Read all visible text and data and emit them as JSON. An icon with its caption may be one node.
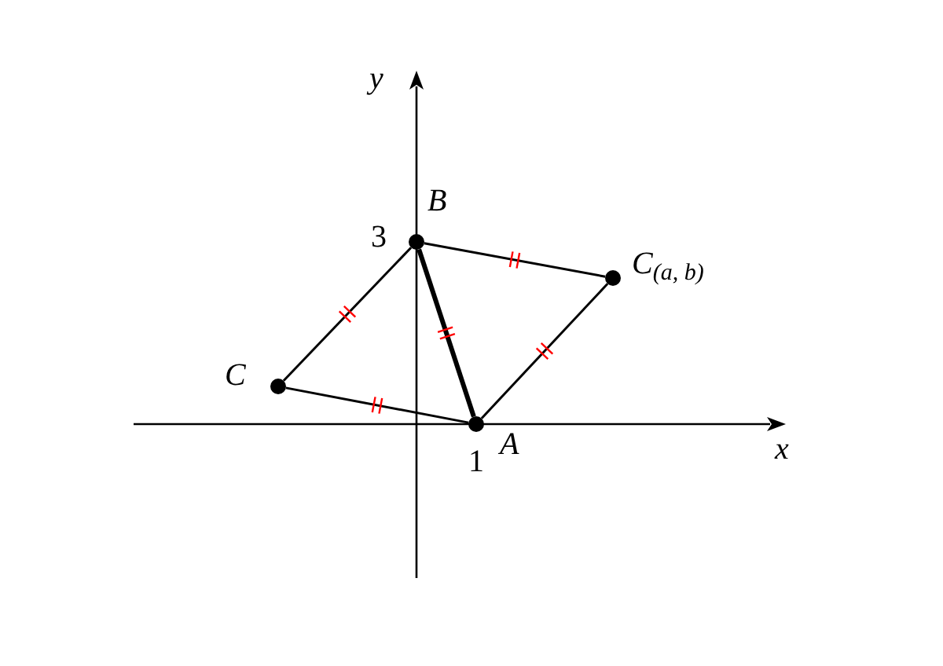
{
  "diagram": {
    "nodes": [
      {
        "text": [],
        "shape": "circle",
        "beside": [
          "B"
        ]
      },
      {
        "text": [],
        "shape": "circle",
        "beside": [
          "C$_{(a, b)}$"
        ]
      },
      {
        "text": [],
        "shape": "circle",
        "beside": [
          "C"
        ]
      },
      {
        "text": [],
        "shape": "circle",
        "beside": [
          "A"
        ]
      }
    ],
    "edges": [
      {
        "from": 0,
        "to": 1,
        "arrow": "none"
      },
      {
        "from": 1,
        "to": 3,
        "arrow": "none"
      },
      {
        "from": 0,
        "to": 2,
        "arrow": "none"
      },
      {
        "from": 2,
        "to": 3,
        "arrow": "none"
      },
      {
        "from": 0,
        "to": 3,
        "arrow": "none",
        "style": "thick"
      }
    ],
    "labels": [
      "y",
      "3",
      "1",
      "x"
    ]
  }
}
